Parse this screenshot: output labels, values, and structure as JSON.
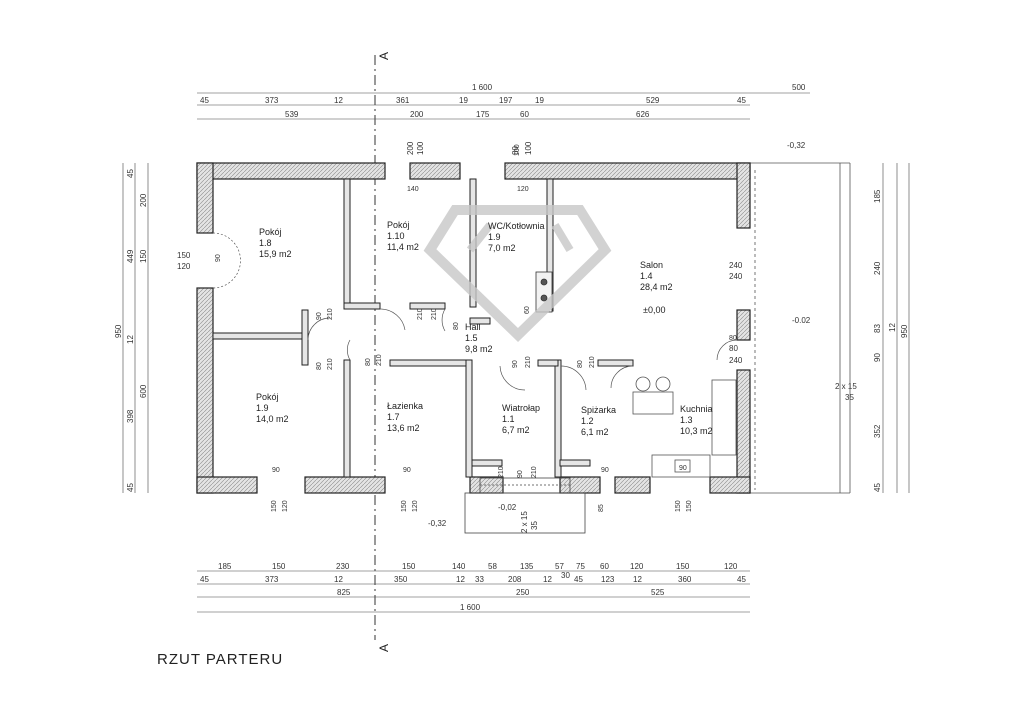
{
  "section_marker": "A",
  "drawing_title": "RZUT  PARTERU",
  "top_dims": {
    "overall": "1 600",
    "terrace": "500",
    "row1": [
      "45",
      "373",
      "12",
      "361",
      "19",
      "197",
      "19",
      "529",
      "45"
    ],
    "row2": [
      "539",
      "200",
      "175",
      "60",
      "626"
    ],
    "openings": [
      "200",
      "100",
      "80",
      "100"
    ],
    "levels": [
      "-0,32"
    ]
  },
  "bottom_dims": {
    "row1": [
      "185",
      "150",
      "230",
      "150",
      "140",
      "58",
      "135",
      "57",
      "75",
      "60",
      "120",
      "150",
      "120"
    ],
    "row2": [
      "45",
      "373",
      "12",
      "350",
      "12",
      "33",
      "208",
      "12",
      "45",
      "123",
      "12",
      "360",
      "45"
    ],
    "row2_extra": "30",
    "row3": [
      "825",
      "250",
      "525"
    ],
    "overall": "1 600"
  },
  "left_dims": {
    "outer": "950",
    "mid": [
      "45",
      "449",
      "12",
      "398",
      "45"
    ],
    "inner": [
      "200",
      "150",
      "600"
    ],
    "window": [
      "150",
      "120"
    ]
  },
  "right_dims": {
    "outer": "950",
    "mid": [
      "185",
      "240",
      "83",
      "90",
      "352",
      "45"
    ],
    "inner": [
      "12"
    ],
    "stairs": [
      "2 x 15",
      "35"
    ],
    "door_marks": [
      "240",
      "240",
      "80",
      "240"
    ],
    "level": "-0.02"
  },
  "rooms": [
    {
      "name": "Pokój",
      "num": "1.8",
      "area": "15,9 m2"
    },
    {
      "name": "Pokój",
      "num": "1.10",
      "area": "11,4 m2"
    },
    {
      "name": "WC/Kotłownia",
      "num": "1.9",
      "area": "7,0 m2"
    },
    {
      "name": "Salon",
      "num": "1.4",
      "area": "28,4 m2",
      "level": "±0,00"
    },
    {
      "name": "Hall",
      "num": "1.5",
      "area": "9,8 m2"
    },
    {
      "name": "Pokój",
      "num": "1.9",
      "area": "14,0 m2"
    },
    {
      "name": "Łazienka",
      "num": "1.7",
      "area": "13,6 m2"
    },
    {
      "name": "Wiatrołap",
      "num": "1.1",
      "area": "6,7 m2"
    },
    {
      "name": "Spiżarka",
      "num": "1.2",
      "area": "6,1 m2"
    },
    {
      "name": "Kuchnia",
      "num": "1.3",
      "area": "10,3 m2"
    }
  ],
  "door_labels": [
    "90",
    "210",
    "140",
    "120",
    "90",
    "210",
    "80",
    "210",
    "210",
    "80",
    "80",
    "210",
    "90",
    "210",
    "80",
    "210",
    "80",
    "210",
    "90",
    "90",
    "90",
    "210",
    "90",
    "90",
    "100",
    "60"
  ],
  "window_labels": [
    "150",
    "120",
    "150",
    "120",
    "85",
    "150",
    "150",
    "120",
    "150",
    "120",
    "150",
    "150"
  ],
  "entrance": {
    "level": "-0,02",
    "stairs": "2 x 15",
    "tread": "35",
    "outside_level": "-0,32"
  },
  "colors": {
    "wall_fill": "#d9d9d9",
    "wall_stroke": "#222222",
    "watermark": "#c8c8c8"
  }
}
